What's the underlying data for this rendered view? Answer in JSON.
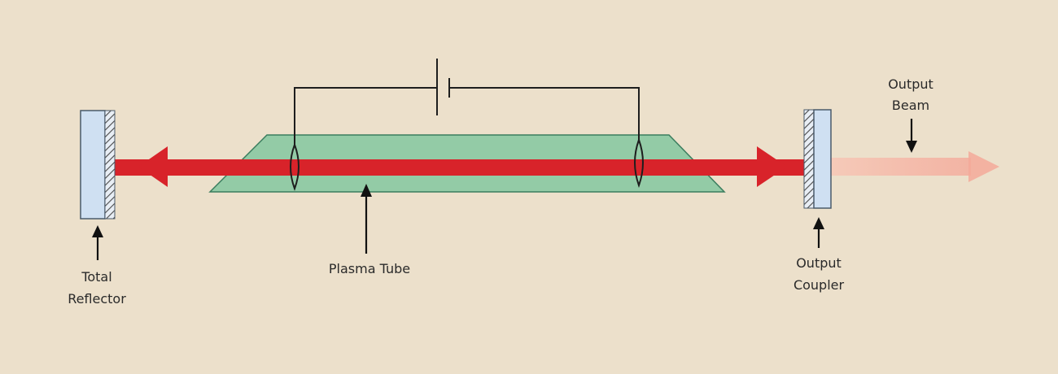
{
  "labels": {
    "total_reflector": [
      "Total",
      "Reflector"
    ],
    "plasma_tube": "Plasma Tube",
    "output_coupler": [
      "Output",
      "Coupler"
    ],
    "output_beam": [
      "Output",
      "Beam"
    ]
  },
  "colors": {
    "background": "#ece0cb",
    "beam": "#d8232a",
    "beam_faded": "#f3b8a6",
    "tube": "#93cba6",
    "tube_stroke": "#3b7d5e",
    "mirror": "#cfe0f2",
    "mirror_stroke": "#4a5a6a",
    "wire": "#1e1e1e"
  }
}
